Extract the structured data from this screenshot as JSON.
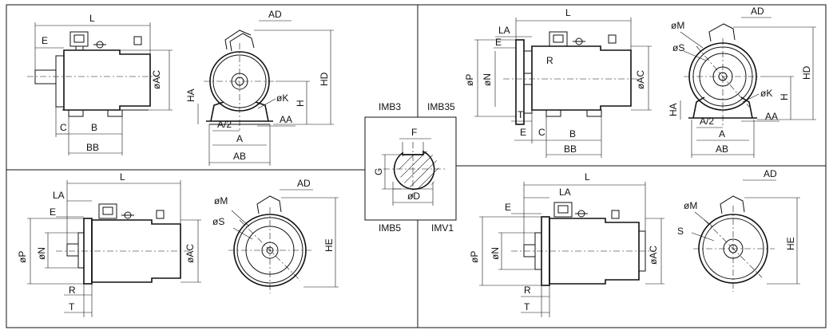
{
  "views": {
    "imb3_side": {
      "L": "L",
      "E": "E",
      "C": "C",
      "B": "B",
      "BB": "BB",
      "AC": "øAC",
      "HA": "HA"
    },
    "imb3_front": {
      "AD": "AD",
      "HD": "HD",
      "K": "øK",
      "H": "H",
      "A2": "A/2",
      "A": "A",
      "AA": "AA",
      "AB": "AB"
    },
    "imb35_side": {
      "L": "L",
      "LA": "LA",
      "E": "E",
      "R": "R",
      "P": "øP",
      "N": "øN",
      "AC": "øAC",
      "T": "T",
      "C": "C",
      "B": "B",
      "BB": "BB"
    },
    "imb35_front": {
      "AD": "AD",
      "M": "øM",
      "S": "øS",
      "HD": "HD",
      "HA": "HA",
      "K": "øK",
      "H": "H",
      "A2": "A/2",
      "A": "A",
      "AA": "AA",
      "AB": "AB"
    },
    "imb5_side": {
      "L": "L",
      "LA": "LA",
      "E": "E",
      "P": "øP",
      "N": "øN",
      "AC": "øAC",
      "R": "R",
      "T": "T"
    },
    "imb5_front": {
      "AD": "AD",
      "M": "øM",
      "S": "øS",
      "HE": "HE"
    },
    "imv1_side": {
      "L": "L",
      "LA": "LA",
      "E": "E",
      "P": "øP",
      "N": "øN",
      "AC": "øAC",
      "R": "R",
      "T": "T"
    },
    "imv1_front": {
      "AD": "AD",
      "M": "øM",
      "S": "S",
      "HE": "HE"
    },
    "shaft": {
      "F": "F",
      "G": "G",
      "D": "øD"
    }
  },
  "mount_labels": {
    "imb3": "IMB3",
    "imb35": "IMB35",
    "imb5": "IMB5",
    "imv1": "IMV1"
  }
}
